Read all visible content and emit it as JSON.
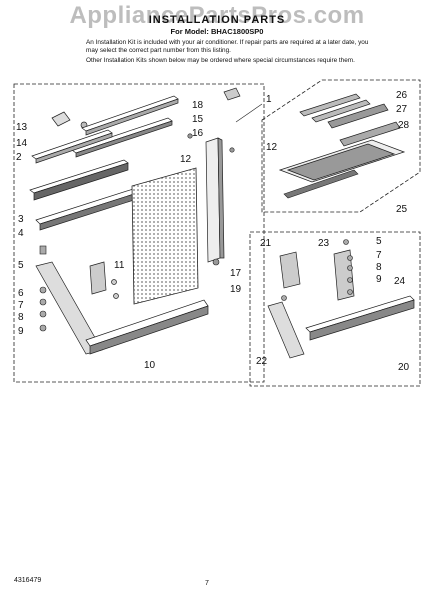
{
  "watermark": "AppliancePartsPros.com",
  "title": "INSTALLATION PARTS",
  "subtitle": "For Model: BHAC1800SP0",
  "notes": [
    "An Installation Kit is included with your air conditioner. If repair parts are required at a later date, you may select the correct part number from this listing.",
    "Other Installation Kits shown below may be ordered where special circumstances require them."
  ],
  "callouts": [
    "1",
    "2",
    "3",
    "4",
    "5",
    "6",
    "7",
    "8",
    "9",
    "10",
    "11",
    "12",
    "13",
    "14",
    "15",
    "16",
    "17",
    "18",
    "19",
    "20",
    "21",
    "22",
    "23",
    "24",
    "25",
    "26",
    "27",
    "28"
  ],
  "footer": {
    "doc_number": "4316479",
    "page": "7"
  }
}
